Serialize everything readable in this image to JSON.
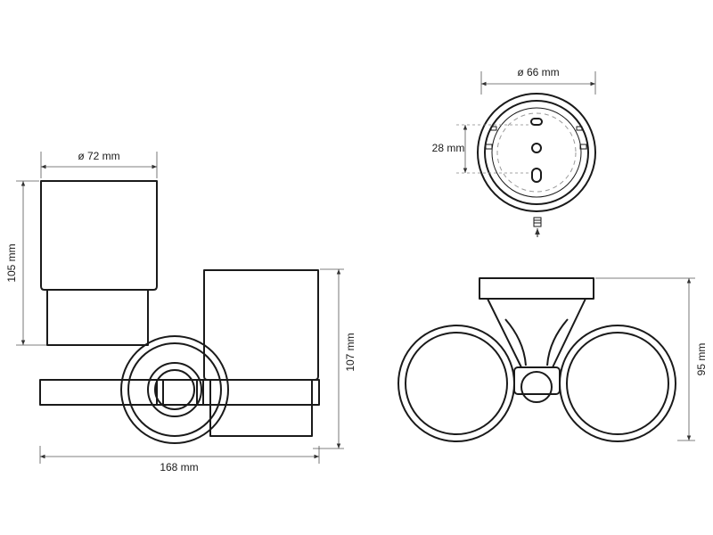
{
  "dimensions": {
    "cup_diameter": "ø 72 mm",
    "cup_height": "105 mm",
    "overall_width": "168 mm",
    "overall_height": "107 mm",
    "mount_diameter": "ø 66 mm",
    "hole_spacing": "28 mm",
    "top_view_depth": "95 mm"
  }
}
